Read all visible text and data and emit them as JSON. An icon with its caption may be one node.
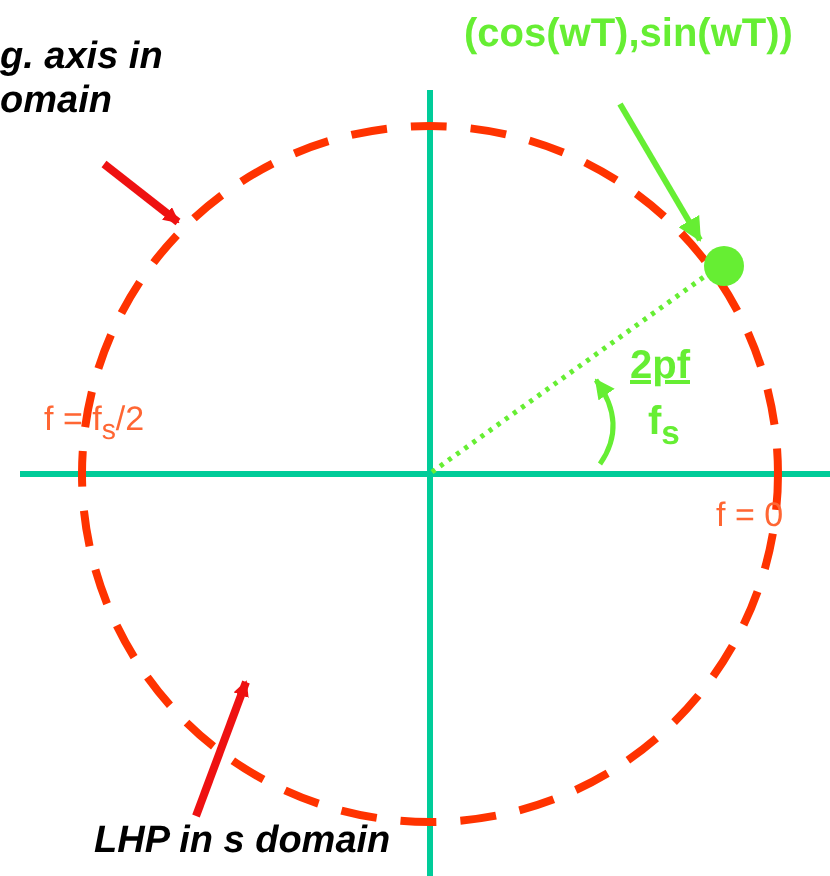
{
  "diagram": {
    "nodes": [
      {
        "text": [
          "g. axis in omain"
        ]
      },
      {
        "text": [],
        "shape": "circle"
      },
      {
        "text": [
          "(cos(wT),sin(wT))"
        ]
      },
      {
        "text": [],
        "shape": "circle"
      },
      {
        "text": [
          "LHP in s domain"
        ]
      }
    ],
    "edges": [
      {
        "from": 0,
        "to": 1,
        "arrow": "to"
      },
      {
        "from": 2,
        "to": 3,
        "arrow": "to",
        "color": "#66ee33"
      },
      {
        "from": 4,
        "to": 1,
        "arrow": "to"
      },
      {
        "from": 1,
        "to": 3,
        "arrow": "none",
        "style": "dashed",
        "color": "#66ee33"
      }
    ],
    "labels": [
      "f = f$_{s}$/2",
      "2pf",
      "f$_{s}$",
      "f = 0"
    ]
  }
}
